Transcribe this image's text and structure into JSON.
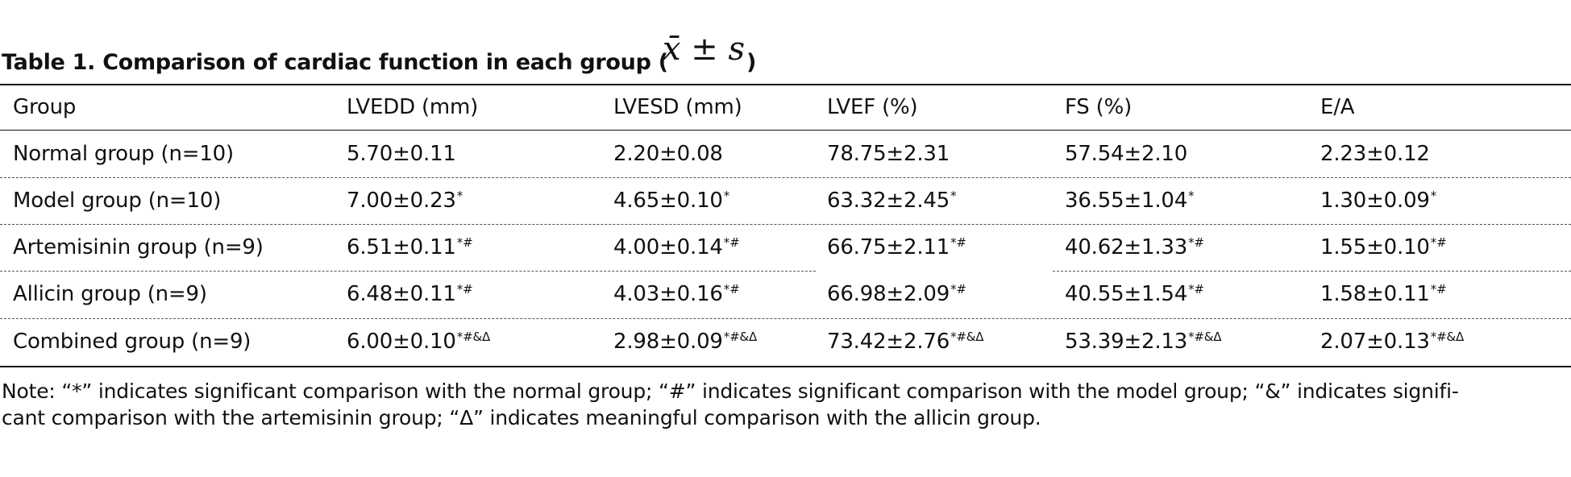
{
  "title": {
    "text": "Table 1. Comparison of cardiac function in each group (",
    "formula": "x̄ ± s",
    "close": ")"
  },
  "table": {
    "headers": [
      "Group",
      "LVEDD (mm)",
      "LVESD (mm)",
      "LVEF (%)",
      "FS (%)",
      "E/A"
    ],
    "rows": [
      {
        "cells": [
          {
            "value": "Normal group (n=10)",
            "sup": ""
          },
          {
            "value": "5.70±0.11",
            "sup": ""
          },
          {
            "value": "2.20±0.08",
            "sup": ""
          },
          {
            "value": "78.75±2.31",
            "sup": ""
          },
          {
            "value": "57.54±2.10",
            "sup": ""
          },
          {
            "value": "2.23±0.12",
            "sup": ""
          }
        ]
      },
      {
        "cells": [
          {
            "value": "Model group (n=10)",
            "sup": ""
          },
          {
            "value": "7.00±0.23",
            "sup": "*"
          },
          {
            "value": "4.65±0.10",
            "sup": "*"
          },
          {
            "value": "63.32±2.45",
            "sup": "*"
          },
          {
            "value": "36.55±1.04",
            "sup": "*"
          },
          {
            "value": "1.30±0.09",
            "sup": "*"
          }
        ]
      },
      {
        "cells": [
          {
            "value": "Artemisinin group (n=9)",
            "sup": ""
          },
          {
            "value": "6.51±0.11",
            "sup": "*#"
          },
          {
            "value": "4.00±0.14",
            "sup": "*#"
          },
          {
            "value": "66.75±2.11",
            "sup": "*#"
          },
          {
            "value": "40.62±1.33",
            "sup": "*#"
          },
          {
            "value": "1.55±0.10",
            "sup": "*#"
          }
        ]
      },
      {
        "cells": [
          {
            "value": "Allicin group (n=9)",
            "sup": ""
          },
          {
            "value": "6.48±0.11",
            "sup": "*#"
          },
          {
            "value": "4.03±0.16",
            "sup": "*#"
          },
          {
            "value": "66.98±2.09",
            "sup": "*#"
          },
          {
            "value": "40.55±1.54",
            "sup": "*#"
          },
          {
            "value": "1.58±0.11",
            "sup": "*#"
          }
        ]
      },
      {
        "cells": [
          {
            "value": "Combined group (n=9)",
            "sup": ""
          },
          {
            "value": "6.00±0.10",
            "sup": "*#&Δ"
          },
          {
            "value": "2.98±0.09",
            "sup": "*#&Δ"
          },
          {
            "value": "73.42±2.76",
            "sup": "*#&Δ"
          },
          {
            "value": "53.39±2.13",
            "sup": "*#&Δ"
          },
          {
            "value": "2.07±0.13",
            "sup": "*#&Δ"
          }
        ]
      }
    ]
  },
  "note": {
    "line1": "Note: “*” indicates significant comparison with the normal group; “#” indicates significant comparison with the model group; “&” indicates signifi-",
    "line2": "cant comparison with the artemisinin group; “Δ” indicates meaningful comparison with the allicin group."
  }
}
